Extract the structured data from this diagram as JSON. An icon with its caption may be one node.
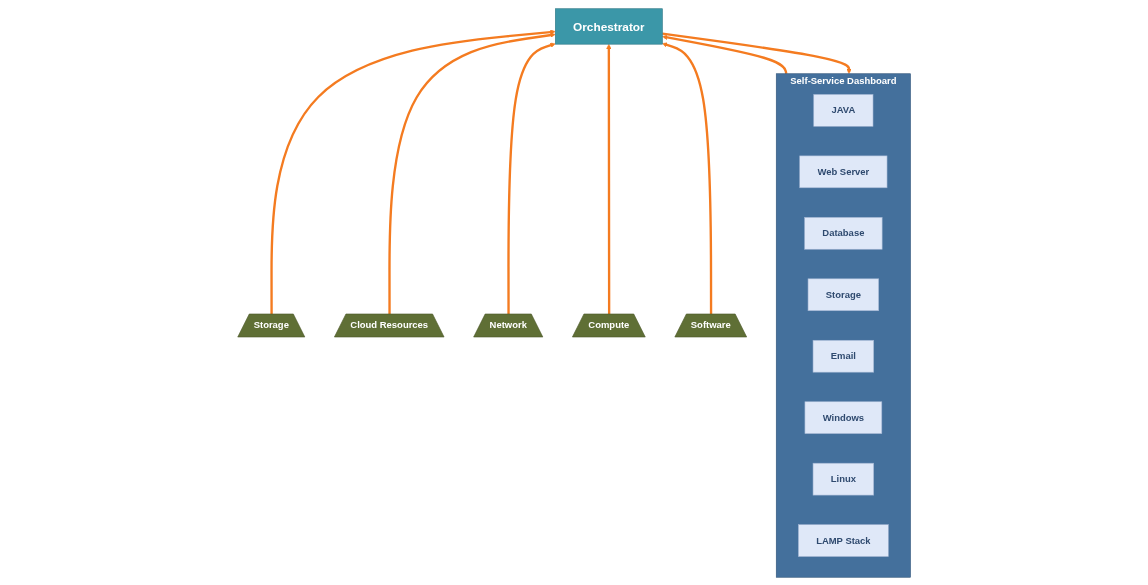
{
  "diagram": {
    "nodes": [
      {
        "text": [
          "Self-Service Dashboard"
        ]
      },
      {
        "text": [
          "JAVA"
        ],
        "in": 0
      },
      {
        "text": [
          "Web Server"
        ],
        "in": 0
      },
      {
        "text": [
          "Database"
        ],
        "in": 0
      },
      {
        "text": [
          "Storage"
        ],
        "in": 0
      },
      {
        "text": [
          "Email"
        ],
        "in": 0
      },
      {
        "text": [
          "Windows"
        ],
        "in": 0
      },
      {
        "text": [
          "Linux"
        ],
        "in": 0
      },
      {
        "text": [
          "LAMP Stack"
        ],
        "in": 0
      },
      {
        "text": [
          "Orchestrator"
        ]
      },
      {
        "text": [
          "Storage"
        ]
      },
      {
        "text": [
          "Cloud Resources"
        ]
      },
      {
        "text": [
          "Network"
        ]
      },
      {
        "text": [
          "Compute"
        ]
      },
      {
        "text": [
          "Software"
        ]
      }
    ],
    "edges": [
      {
        "from": 0,
        "to": 9,
        "arrow": "to"
      },
      {
        "from": 9,
        "to": 0,
        "arrow": "to"
      },
      {
        "from": 10,
        "to": 9,
        "arrow": "to"
      },
      {
        "from": 11,
        "to": 9,
        "arrow": "to"
      },
      {
        "from": 12,
        "to": 9,
        "arrow": "to"
      },
      {
        "from": 13,
        "to": 9,
        "arrow": "to"
      },
      {
        "from": 14,
        "to": 9,
        "arrow": "to"
      }
    ]
  }
}
